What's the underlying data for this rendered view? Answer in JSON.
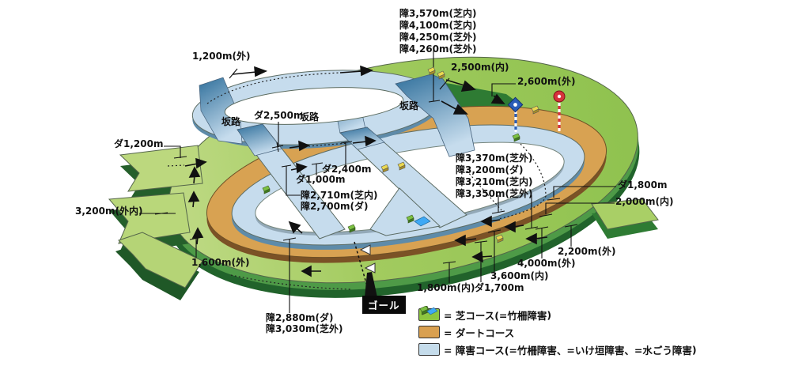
{
  "labels": {
    "jump_distances_top": [
      "障3,570m(芝内)",
      "障4,100m(芝内)",
      "障4,250m(芝外)",
      "障4,260m(芝外)"
    ],
    "jump_distances_right": [
      "障3,370m(芝外)",
      "障3,200m(ダ)",
      "障3,210m(芝内)",
      "障3,350m(芝外)"
    ],
    "jump_distances_mid": [
      "障2,710m(芝内)",
      "障2,700m(ダ)"
    ],
    "jump_distances_bottom": [
      "障2,880m(ダ)",
      "障3,030m(芝外)"
    ],
    "turf_distances": {
      "t1200": "1,200m(外)",
      "t2500": "2,500m(内)",
      "t2600": "2,600m(外)",
      "t3200": "3,200m(外内)",
      "t1600": "1,600m(外)",
      "t1800": "1,800m(内)",
      "t2000": "2,000m(内)",
      "t2200": "2,200m(外)",
      "t3600": "3,600m(内)",
      "t4000": "4,000m(外)"
    },
    "dirt_distances": {
      "d1000": "ダ1,000m",
      "d1200": "ダ1,200m",
      "d1700": "ダ1,700m",
      "d1800": "ダ1,800m",
      "d2400": "ダ2,400m",
      "d2500": "ダ2,500m"
    },
    "slopes": [
      "坂路",
      "坂路",
      "坂路"
    ],
    "goal": "ゴール"
  },
  "legend": {
    "rows": [
      {
        "prefix": "= 芝コース(",
        "items": [
          {
            "icon": "bamboo-fence-icon",
            "label": "=竹柵障害"
          }
        ],
        "suffix": ")"
      },
      {
        "prefix": "= ダートコース",
        "items": [],
        "suffix": ""
      },
      {
        "prefix": "= 障害コース(",
        "items": [
          {
            "icon": "bamboo-fence-icon",
            "label": "=竹柵障害、"
          },
          {
            "icon": "hedge-icon",
            "label": "=いけ垣障害、"
          },
          {
            "icon": "water-jump-icon",
            "label": "=水ごう障害"
          }
        ],
        "suffix": ")"
      }
    ]
  },
  "colors": {
    "turf": "#9CC658",
    "turf_light": "#BCD880",
    "turf_dark": "#2E7B33",
    "turf_mid_dark": "#4E9A47",
    "dirt": "#D8A252",
    "dirt_dark": "#7B5226",
    "jump": "#C6DCED",
    "jump_dark": "#5E8BA9",
    "slope_deep": "#2F6F9B",
    "infield": "#FFFFFF",
    "bamboo_marker": "#EAD84F",
    "hedge_marker": "#7CC142",
    "water_marker": "#3FA9F5",
    "flag_blue": "#2A5DB8",
    "flag_red": "#D6333C",
    "legend_turf_swatch": "#8DC63F",
    "legend_dirt_swatch": "#D9A050",
    "legend_jump_swatch": "#C5DCEB"
  }
}
